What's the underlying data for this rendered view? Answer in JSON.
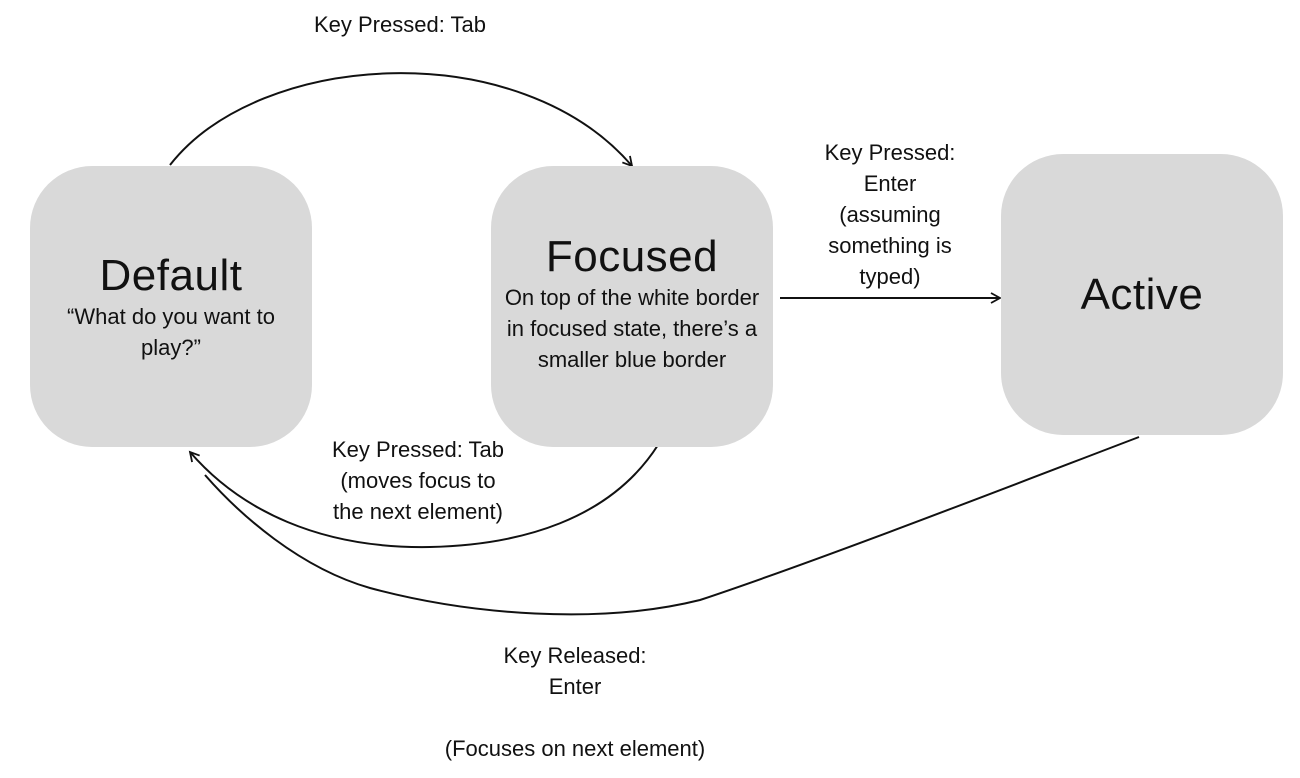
{
  "states": {
    "default": {
      "title": "Default",
      "description": "“What do you want to play?”"
    },
    "focused": {
      "title": "Focused",
      "description": "On top of the white border in focused state, there’s a smaller blue border"
    },
    "active": {
      "title": "Active"
    }
  },
  "transitions": {
    "tab_forward": {
      "label": "Key Pressed: Tab"
    },
    "enter": {
      "lines": [
        "Key Pressed:",
        "Enter",
        "(assuming",
        "something is",
        "typed)"
      ]
    },
    "tab_back": {
      "lines": [
        "Key Pressed: Tab",
        "(moves focus to",
        "the next element)"
      ]
    },
    "enter_release": {
      "lines": [
        "Key Released:",
        "Enter",
        "",
        "(Focuses on next element)"
      ]
    }
  },
  "colors": {
    "node_fill": "#d9d9d9",
    "line": "#111111",
    "background": "#ffffff"
  }
}
